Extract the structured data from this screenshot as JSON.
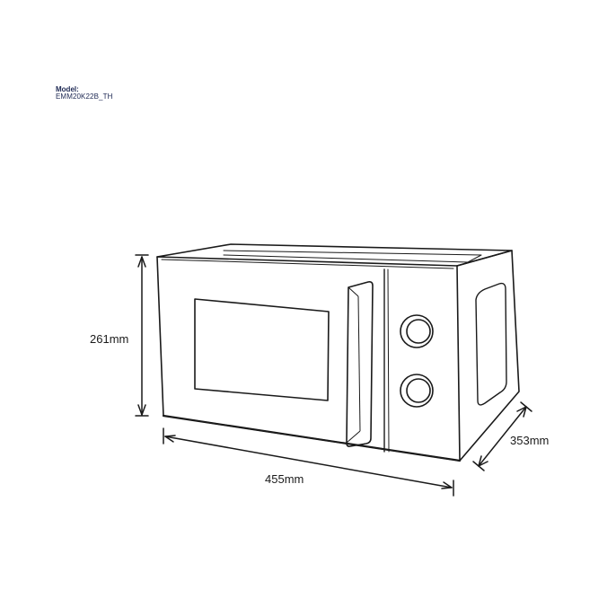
{
  "model": {
    "label": "Model:",
    "code": "EMM20K22B_TH"
  },
  "dimensions": {
    "height": "261mm",
    "width": "455mm",
    "depth": "353mm"
  },
  "colors": {
    "line": "#1a1a1a",
    "model_text": "#1c2752",
    "background": "#ffffff"
  }
}
